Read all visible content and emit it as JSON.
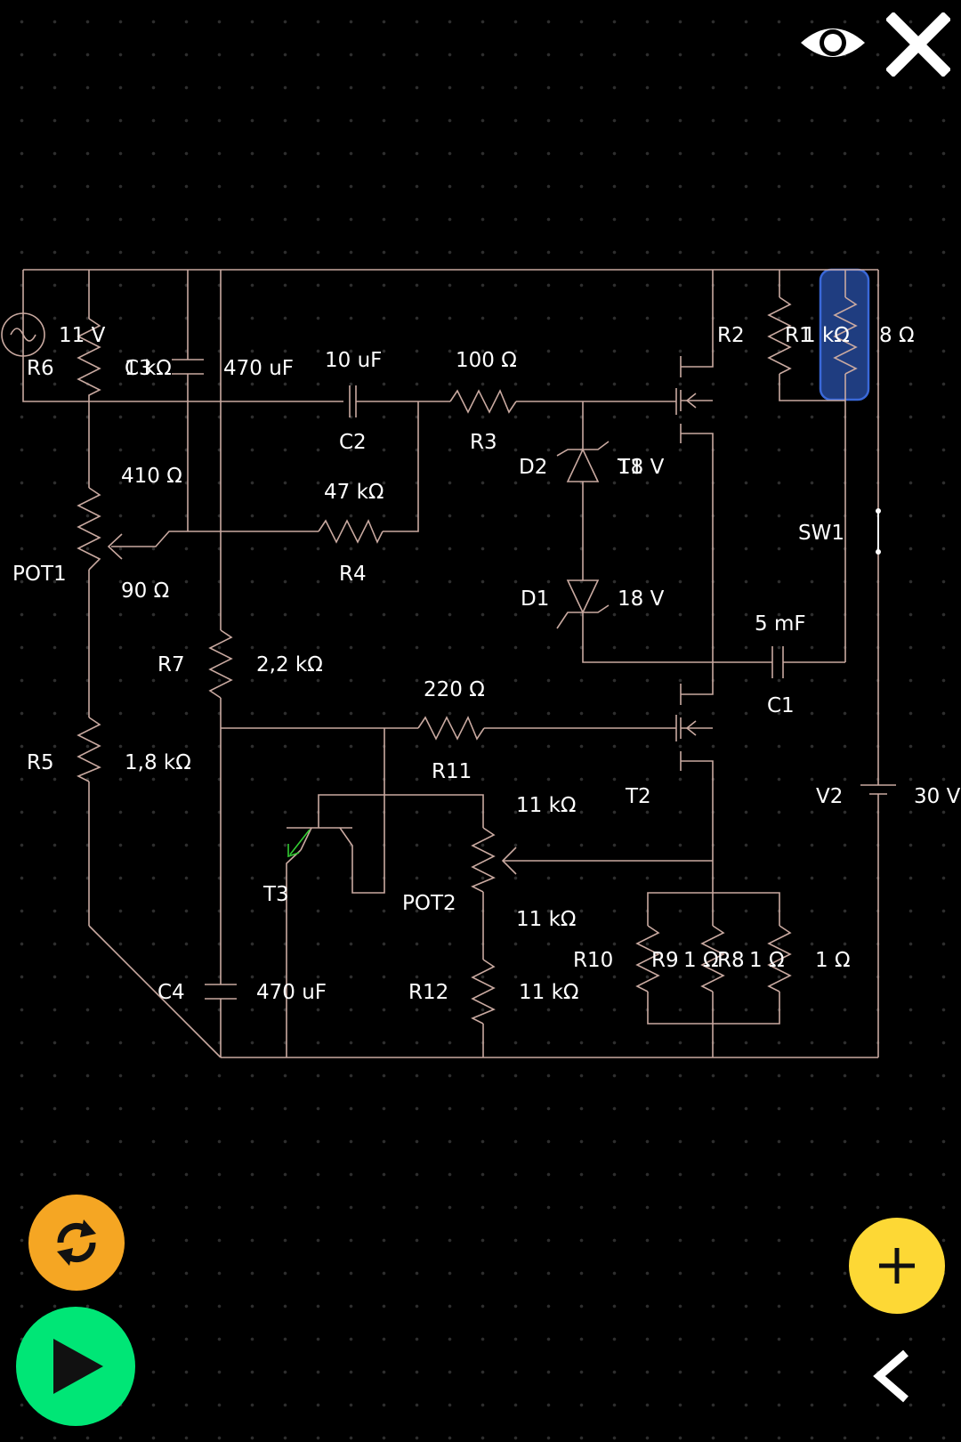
{
  "toolbar": {
    "visibility_icon": "eye-icon",
    "close_icon": "close-icon"
  },
  "buttons": {
    "rotate": {
      "icon": "rotate-arrows-icon",
      "color": "#f5a623"
    },
    "play": {
      "icon": "play-icon",
      "color": "#00e676"
    },
    "add": {
      "icon": "plus-icon",
      "color": "#fdd835"
    },
    "back": {
      "icon": "chevron-left-icon"
    }
  },
  "colors": {
    "wire": "#c9a9a0",
    "selection": "#2a4fa0",
    "label": "#ffffff",
    "transistor_arrow": "#33cc33"
  },
  "labels": {
    "v1_val": "11 V",
    "r6_name": "R6",
    "c3_name": "C3",
    "r6_val": "1 kΩ",
    "c3_val": "470 uF",
    "c2_val": "10 uF",
    "c2_name": "C2",
    "r3_val": "100 Ω",
    "r3_name": "R3",
    "r2_name": "R2",
    "r1_name": "R1",
    "r2_val": "1 kΩ",
    "r1_val": "8 Ω",
    "d2_name": "D2",
    "d2_v": "18 V",
    "t1_name": "T1",
    "pot1_top": "410 Ω",
    "pot1_bot": "90 Ω",
    "pot1_name": "POT1",
    "r4_val": "47 kΩ",
    "r4_name": "R4",
    "sw1_name": "SW1",
    "d1_name": "D1",
    "d1_val": "18 V",
    "c1_val": "5 mF",
    "c1_name": "C1",
    "r7_name": "R7",
    "r7_val": "2,2 kΩ",
    "r11_val": "220 Ω",
    "r11_name": "R11",
    "r5_name": "R5",
    "r5_val": "1,8 kΩ",
    "pot2_top": "11 kΩ",
    "pot2_bot": "11 kΩ",
    "pot2_name": "POT2",
    "t2_name": "T2",
    "v2_name": "V2",
    "v2_val": "30 V",
    "t3_name": "T3",
    "r10_name": "R10",
    "r9_name": "R9",
    "r9_val": "1 Ω",
    "r8_name": "R8",
    "r8_val": "1 Ω",
    "r10_val": "1 Ω",
    "c4_name": "C4",
    "c4_val": "470 uF",
    "r12_name": "R12",
    "r12_val": "11 kΩ"
  }
}
